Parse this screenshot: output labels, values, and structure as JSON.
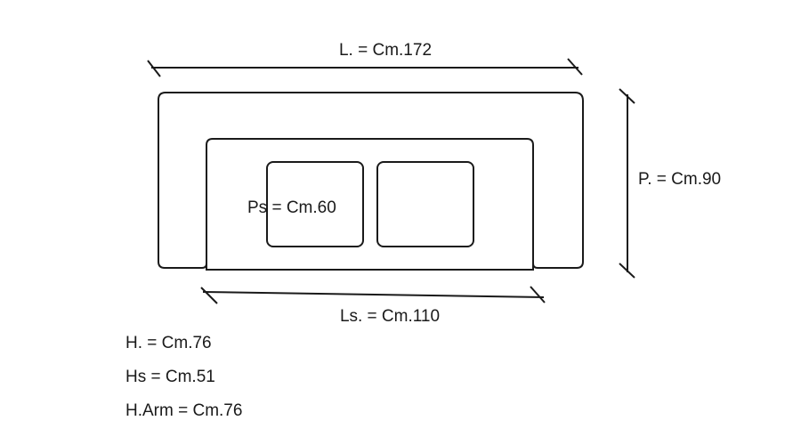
{
  "dimensions": {
    "length": "L. = Cm.172",
    "depth": "P. = Cm.90",
    "seat_depth": "Ps = Cm.60",
    "seat_length": "Ls. = Cm.110"
  },
  "specs": [
    "H. = Cm.76",
    "Hs = Cm.51",
    "H.Arm = Cm.76"
  ]
}
